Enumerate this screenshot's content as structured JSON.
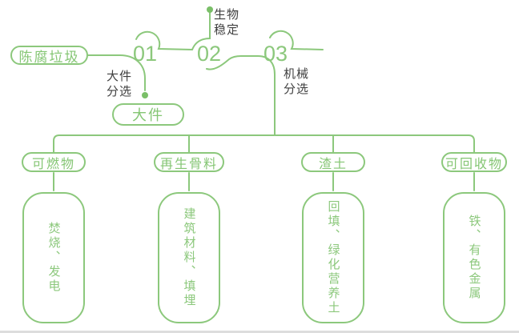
{
  "diagram": {
    "title_hint": "陈腐垃圾处理流程图",
    "source": {
      "label": "陈腐垃圾"
    },
    "stages": [
      {
        "number": "01",
        "process_line1": "大件",
        "process_line2": "分选",
        "output_label": "大件"
      },
      {
        "number": "02",
        "process_line1": "生物",
        "process_line2": "稳定"
      },
      {
        "number": "03",
        "process_line1": "机械",
        "process_line2": "分选"
      }
    ],
    "branches": [
      {
        "category": "可燃物",
        "detail": "焚烧、发电"
      },
      {
        "category": "再生骨料",
        "detail": "建筑材料、填埋"
      },
      {
        "category": "渣土",
        "detail": "回填、绿化营养土"
      },
      {
        "category": "可回收物",
        "detail": "铁、有色金属"
      }
    ],
    "colors": {
      "line_green": "#8CC87C",
      "text_green": "#85C674",
      "label_dark": "#3F3F3F",
      "dot_green": "#7ABF68",
      "divider_gray": "#DDDDDD"
    }
  }
}
